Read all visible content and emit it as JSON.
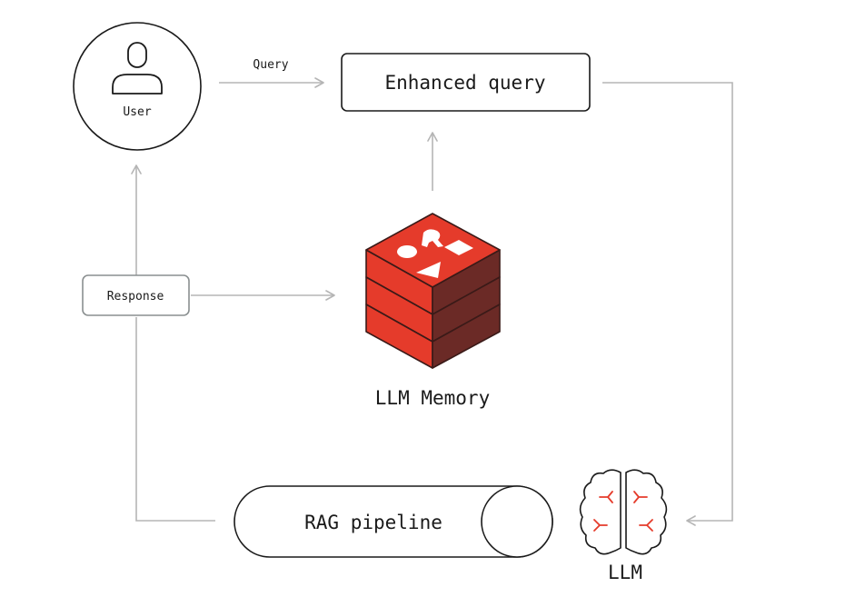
{
  "nodes": {
    "user": {
      "label": "User"
    },
    "enhanced_query": {
      "label": "Enhanced query"
    },
    "response": {
      "label": "Response"
    },
    "llm_memory": {
      "label": "LLM Memory"
    },
    "rag_pipeline": {
      "label": "RAG pipeline"
    },
    "llm": {
      "label": "LLM"
    }
  },
  "edges": {
    "query": {
      "label": "Query"
    }
  },
  "icons": {
    "user": "user-icon",
    "memory": "redis-stack-icon",
    "llm": "brain-icon",
    "pipeline": "cylinder-icon"
  },
  "colors": {
    "accent": "#e53b2b",
    "accent_dark": "#6b2a26",
    "accent_mid": "#b23024",
    "line": "#b5b5b5",
    "ink": "#1a1a1a"
  }
}
